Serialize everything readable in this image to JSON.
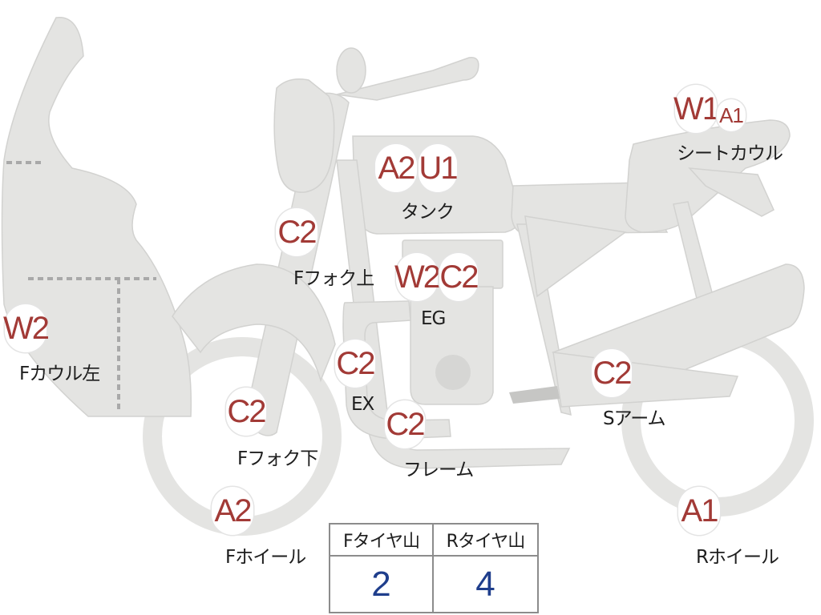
{
  "parts": [
    {
      "id": "w2-fcowl",
      "grades": [
        {
          "code": "W2",
          "size": "large"
        }
      ],
      "label": "Fカウル左"
    },
    {
      "id": "c2-ffork-top",
      "grades": [
        {
          "code": "C2",
          "size": "large"
        }
      ],
      "label": "Fフォク上"
    },
    {
      "id": "a2-tank",
      "grades": [
        {
          "code": "A2",
          "size": "large"
        }
      ],
      "label": "タンク"
    },
    {
      "id": "u1-tank",
      "grades": [
        {
          "code": "U1",
          "size": "large"
        }
      ],
      "label": ""
    },
    {
      "id": "w2-eg",
      "grades": [
        {
          "code": "W2",
          "size": "large"
        }
      ],
      "label": "EG"
    },
    {
      "id": "c2-eg",
      "grades": [
        {
          "code": "C2",
          "size": "large"
        }
      ],
      "label": ""
    },
    {
      "id": "c2-ex",
      "grades": [
        {
          "code": "C2",
          "size": "large"
        }
      ],
      "label": "EX"
    },
    {
      "id": "c2-ffork-bottom",
      "grades": [
        {
          "code": "C2",
          "size": "large"
        }
      ],
      "label": "Fフォク下"
    },
    {
      "id": "c2-frame",
      "grades": [
        {
          "code": "C2",
          "size": "large"
        }
      ],
      "label": "フレーム"
    },
    {
      "id": "a2-fwheel",
      "grades": [
        {
          "code": "A2",
          "size": "large"
        }
      ],
      "label": "Fホイール"
    },
    {
      "id": "w1-seatcowl",
      "grades": [
        {
          "code": "W1",
          "size": "large"
        }
      ],
      "label": "シートカウル"
    },
    {
      "id": "a1-seatcowl",
      "grades": [
        {
          "code": "A1",
          "size": "small"
        }
      ],
      "label": ""
    },
    {
      "id": "c2-sarm",
      "grades": [
        {
          "code": "C2",
          "size": "large"
        }
      ],
      "label": "Sアーム"
    },
    {
      "id": "a1-rwheel",
      "grades": [
        {
          "code": "A1",
          "size": "large"
        }
      ],
      "label": "Rホイール"
    }
  ],
  "tire_table": {
    "headers": [
      "Fタイヤ山",
      "Rタイヤ山"
    ],
    "values": [
      "2",
      "4"
    ]
  },
  "colors": {
    "bike_fill": "#e4e4e2",
    "bike_stroke": "#c8c8c6",
    "grade_text": "#a23a36",
    "tire_value": "#1f3e8c",
    "table_border": "#8c8c8c"
  }
}
